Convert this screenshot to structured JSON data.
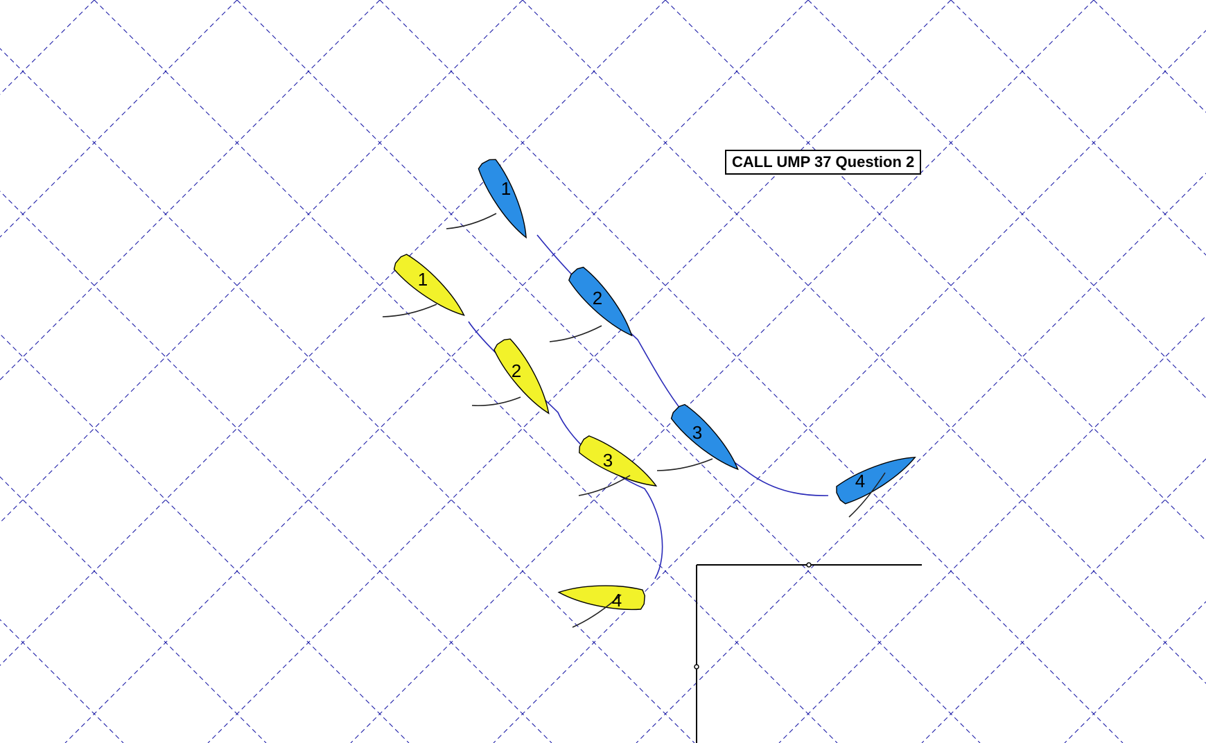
{
  "title": "CALL UMP 37 Question 2",
  "colors": {
    "background": "#ffffff",
    "grid": "#1e1ea8",
    "blue_boat": "#2a8ee6",
    "yellow_boat": "#f2f22a",
    "track": "#2a2ab8",
    "outline": "#000000"
  },
  "boats": [
    {
      "name": "blue",
      "positions": [
        {
          "label": "1"
        },
        {
          "label": "2"
        },
        {
          "label": "3"
        },
        {
          "label": "4"
        }
      ]
    },
    {
      "name": "yellow",
      "positions": [
        {
          "label": "1"
        },
        {
          "label": "2"
        },
        {
          "label": "3"
        },
        {
          "label": "4"
        }
      ]
    }
  ]
}
